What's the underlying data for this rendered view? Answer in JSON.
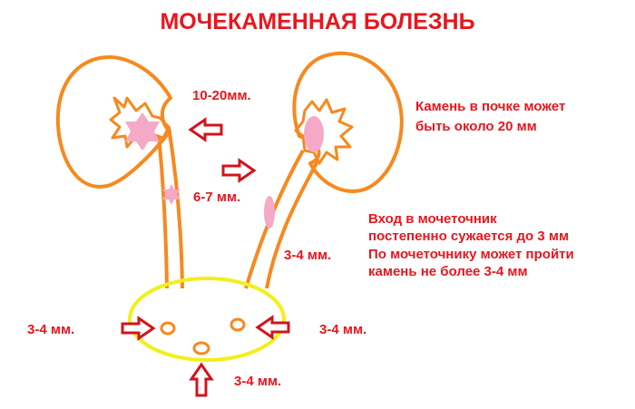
{
  "title": "МОЧЕКАМЕННАЯ БОЛЕЗНЬ",
  "labels": {
    "kidney_stone_size": "10-20мм.",
    "ureter_stone_size": "6-7 мм.",
    "ureter_lower": "3-4 мм.",
    "bladder_left": "3-4 мм.",
    "bladder_right": "3-4 мм.",
    "bladder_bottom": "3-4 мм."
  },
  "notes": {
    "kidney_line1": "Камень в почке может",
    "kidney_line2": "быть около 20 мм",
    "ureter_line1": "Вход в мочеточник",
    "ureter_line2": "постепенно сужается до 3 мм",
    "ureter_line3": "По мочеточнику может пройти",
    "ureter_line4": "камень не более 3-4 мм"
  },
  "colors": {
    "text": "#e8161e",
    "organ_outline": "#f6891f",
    "bladder_outline": "#f2ef1a",
    "stone_fill": "#f4a9c6",
    "arrow": "#d1141c"
  }
}
